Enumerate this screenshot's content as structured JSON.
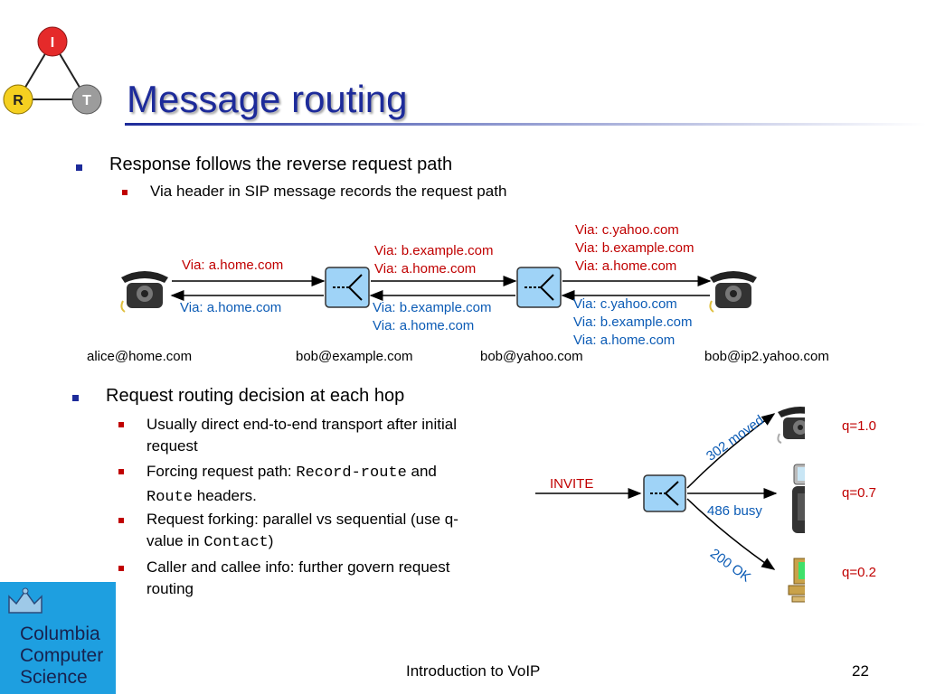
{
  "title": "Message routing",
  "logo": {
    "top": "I",
    "left": "R",
    "right": "T"
  },
  "bullets": {
    "b1": "Response follows the reverse request path",
    "b1_sub": "Via header in SIP message records the request path",
    "b2": "Request routing decision at each hop",
    "b2_subs": {
      "s1_line1": "Usually direct end-to-end transport after initial",
      "s1_line2": "request",
      "s2_prefix": "Forcing request path: ",
      "s2_code1": "Record-route",
      "s2_mid": " and",
      "s2_code2": "Route",
      "s2_suffix": " headers.",
      "s3_line1": "Request forking: parallel vs sequential (use q-",
      "s3_prefix2": "value in ",
      "s3_code": "Contact",
      "s3_suffix2": ")",
      "s4_line1": "Caller and callee info: further govern request",
      "s4_line2": "routing"
    }
  },
  "diagram1": {
    "nodes": [
      "alice@home.com",
      "bob@example.com",
      "bob@yahoo.com",
      "bob@ip2.yahoo.com"
    ],
    "req_hop1": [
      "Via: a.home.com"
    ],
    "req_hop2": [
      "Via: b.example.com",
      "Via: a.home.com"
    ],
    "req_hop3": [
      "Via: c.yahoo.com",
      "Via: b.example.com",
      "Via: a.home.com"
    ],
    "resp_hop1": [
      "Via: a.home.com"
    ],
    "resp_hop2": [
      "Via: b.example.com",
      "Via: a.home.com"
    ],
    "resp_hop3": [
      "Via: c.yahoo.com",
      "Via: b.example.com",
      "Via: a.home.com"
    ]
  },
  "diagram2": {
    "invite": "INVITE",
    "branch1": "302 moved",
    "branch2": "486 busy",
    "branch3": "200 OK",
    "q1": "q=1.0",
    "q2": "q=0.7",
    "q3": "q=0.2"
  },
  "school": [
    "Columbia",
    "Computer",
    "Science"
  ],
  "footer": {
    "text": "Introduction to VoIP",
    "page": "22"
  },
  "colors": {
    "title": "#1d2b9a",
    "request": "#c00000",
    "response": "#0b5bb5",
    "proxy": "#9fd3f7",
    "school": "#1e9fe0"
  }
}
